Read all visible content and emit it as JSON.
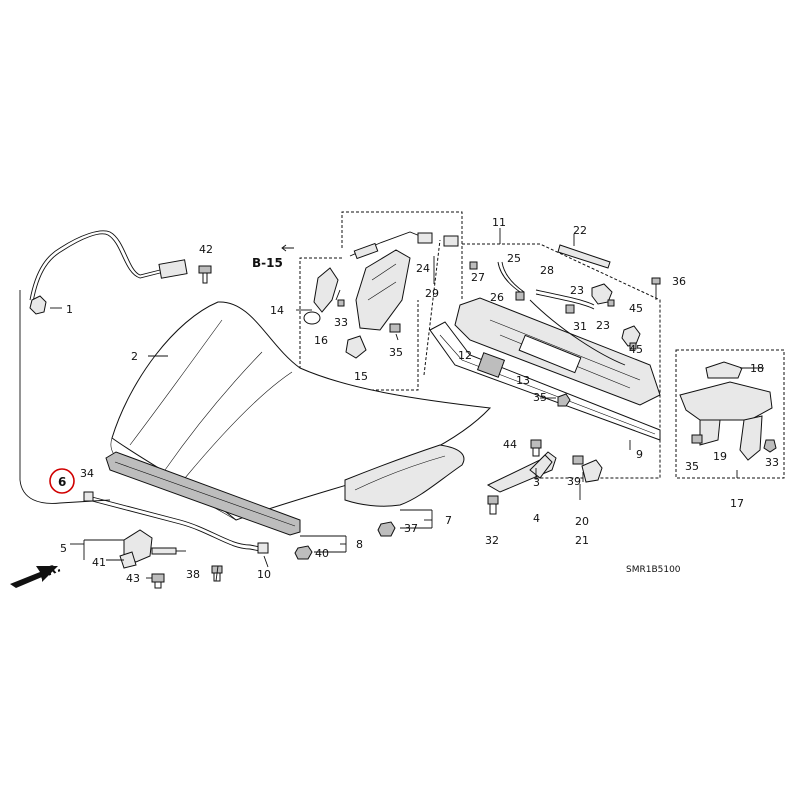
{
  "diagram": {
    "ref_label": "B-15",
    "direction_label": "FR.",
    "drawing_code": "SMR1B5100",
    "highlighted_part": "6",
    "highlight_color": "#d00000",
    "callouts": {
      "c1": "1",
      "c2": "2",
      "c3": "3",
      "c4": "4",
      "c5": "5",
      "c6": "6",
      "c7": "7",
      "c8": "8",
      "c9": "9",
      "c10": "10",
      "c11": "11",
      "c12": "12",
      "c13": "13",
      "c14": "14",
      "c15": "15",
      "c16": "16",
      "c17": "17",
      "c18": "18",
      "c19": "19",
      "c20": "20",
      "c21": "21",
      "c22": "22",
      "c23a": "23",
      "c23b": "23",
      "c24": "24",
      "c25": "25",
      "c26": "26",
      "c27": "27",
      "c28": "28",
      "c29": "29",
      "c31": "31",
      "c32": "32",
      "c33a": "33",
      "c33b": "33",
      "c34": "34",
      "c35a": "35",
      "c35b": "35",
      "c35c": "35",
      "c36": "36",
      "c37": "37",
      "c38": "38",
      "c39": "39",
      "c40": "40",
      "c41": "41",
      "c42": "42",
      "c43": "43",
      "c44": "44",
      "c45a": "45",
      "c45b": "45"
    }
  }
}
